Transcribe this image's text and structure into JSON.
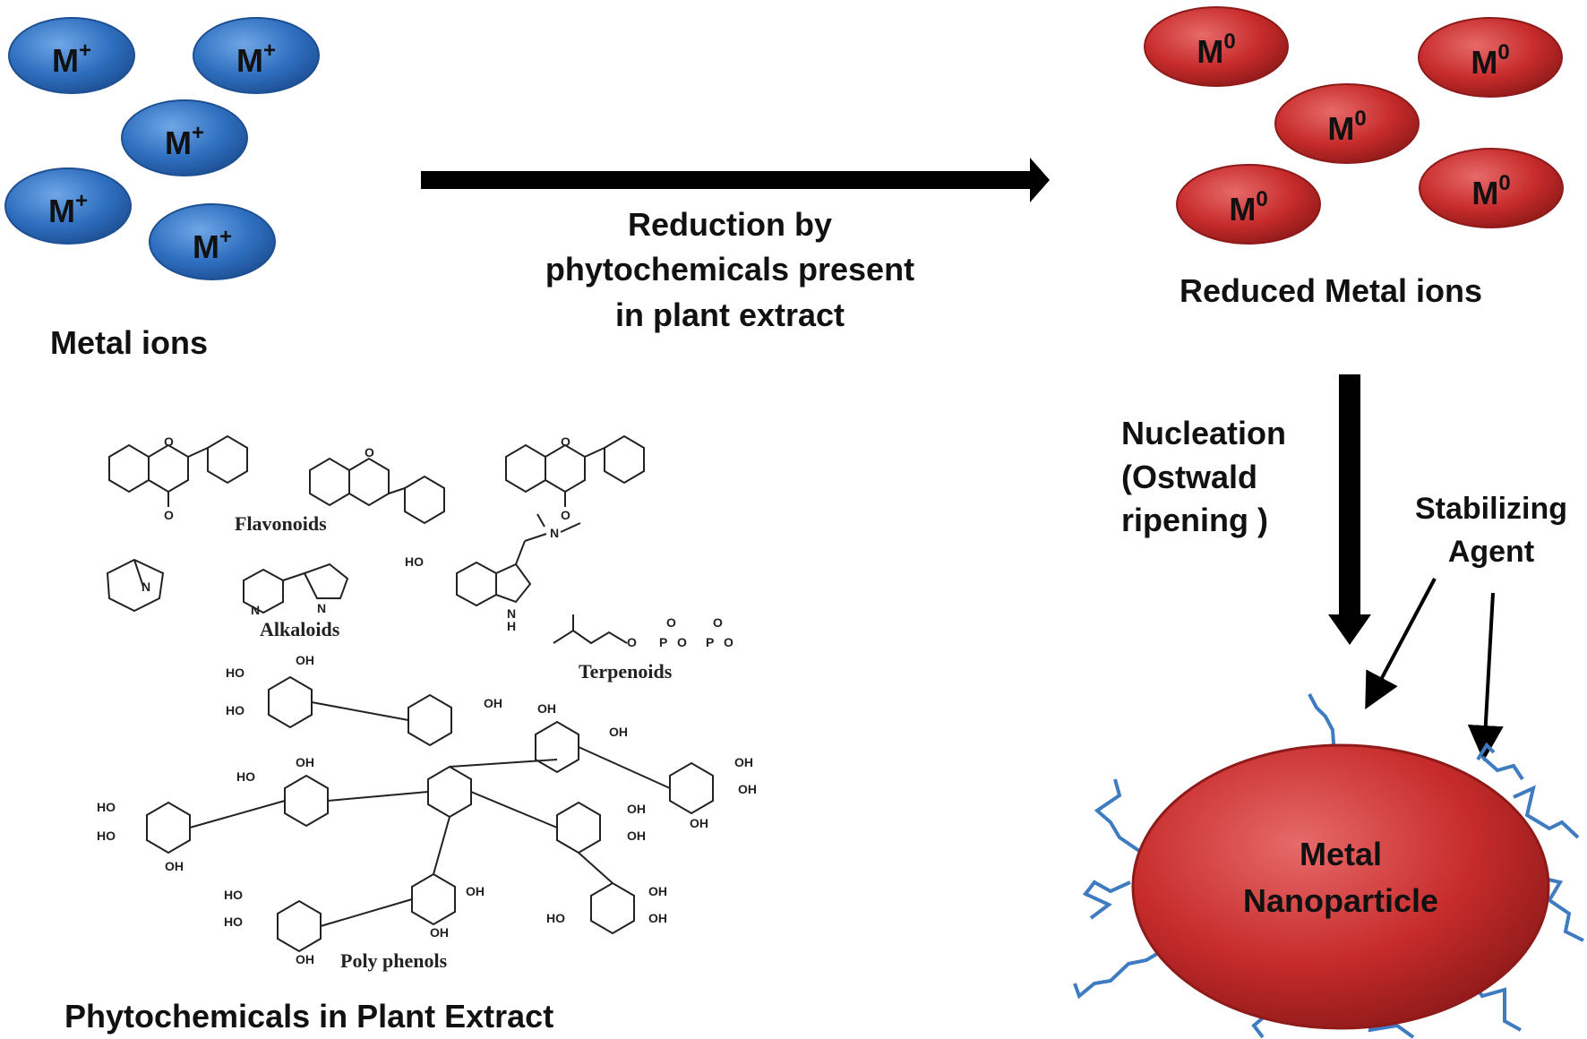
{
  "colors": {
    "metal_ion": "#2f6fc0",
    "reduced": "#c72b2b",
    "ligand": "#3e7bc0",
    "arrow": "#000000"
  },
  "metal_ions": {
    "ion_label": "M",
    "charge": "+",
    "caption": "Metal ions"
  },
  "reduction": {
    "line1": "Reduction by",
    "line2": "phytochemicals present",
    "line3": "in plant extract"
  },
  "reduced": {
    "ion_label": "M",
    "charge": "0",
    "caption": "Reduced Metal ions"
  },
  "nucleation": {
    "line1": "Nucleation",
    "line2": "(Ostwald",
    "line3": "ripening )"
  },
  "stabilizing": {
    "line1": "Stabilizing",
    "line2": "Agent"
  },
  "nanoparticle": {
    "line1": "Metal",
    "line2": "Nanoparticle"
  },
  "phyto": {
    "flavonoids": "Flavonoids",
    "alkaloids": "Alkaloids",
    "terpenoids": "Terpenoids",
    "polyphenols": "Poly phenols",
    "caption": "Phytochemicals in Plant Extract"
  }
}
